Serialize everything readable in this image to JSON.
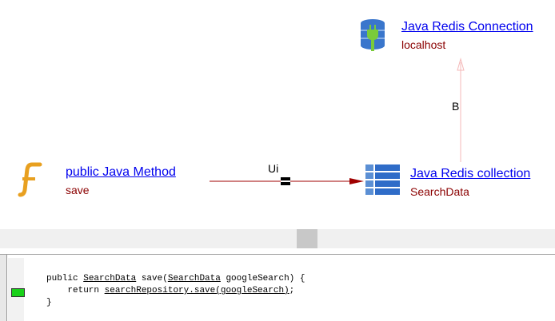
{
  "nodes": {
    "method": {
      "title": " public Java Method",
      "subtitle": "save"
    },
    "collection": {
      "title": "Java Redis collection",
      "subtitle": "SearchData"
    },
    "connection": {
      "title": "Java Redis Connection",
      "subtitle": "localhost"
    }
  },
  "edges": {
    "method_to_collection": {
      "label": "Ui"
    },
    "collection_to_connection": {
      "label": "B"
    }
  },
  "code": {
    "line1": {
      "a": "public ",
      "type1": "SearchData",
      "b": " save(",
      "type2": "SearchData",
      "c": " googleSearch) {"
    },
    "line2": {
      "a": "    return ",
      "call": "searchRepository.save(googleSearch)",
      "b": ";"
    },
    "line3": "}"
  },
  "colors": {
    "link": "#0000ee",
    "subtitle": "#8b0000",
    "edge_red": "#a00000",
    "edge_pink": "#f4b8b8",
    "marker_green": "#19d119"
  }
}
